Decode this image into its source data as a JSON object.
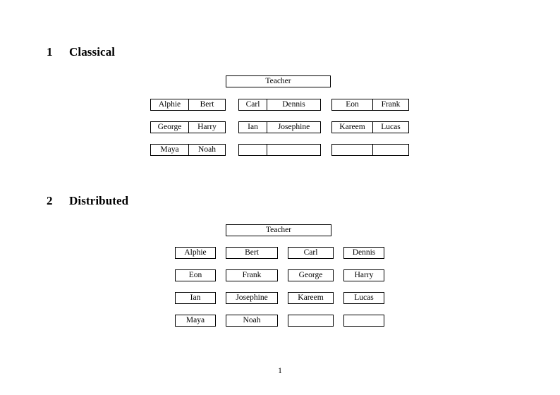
{
  "document": {
    "page_number": "1"
  },
  "sections": [
    {
      "number": "1",
      "title": "Classical",
      "teacher_label": "Teacher",
      "layout": "paired-tables",
      "groups": [
        {
          "name": "group-left",
          "rows": [
            [
              "Alphie",
              "Bert"
            ],
            [
              "George",
              "Harry"
            ],
            [
              "Maya",
              "Noah"
            ]
          ]
        },
        {
          "name": "group-middle",
          "rows": [
            [
              "Carl",
              "Dennis"
            ],
            [
              "Ian",
              "Josephine"
            ],
            [
              "",
              ""
            ]
          ]
        },
        {
          "name": "group-right",
          "rows": [
            [
              "Eon",
              "Frank"
            ],
            [
              "Kareem",
              "Lucas"
            ],
            [
              "",
              ""
            ]
          ]
        }
      ]
    },
    {
      "number": "2",
      "title": "Distributed",
      "teacher_label": "Teacher",
      "layout": "single-boxes",
      "rows": [
        [
          "Alphie",
          "Bert",
          "Carl",
          "Dennis"
        ],
        [
          "Eon",
          "Frank",
          "George",
          "Harry"
        ],
        [
          "Ian",
          "Josephine",
          "Kareem",
          "Lucas"
        ],
        [
          "Maya",
          "Noah",
          "",
          ""
        ]
      ]
    }
  ],
  "style": {
    "border_color": "#000000",
    "text_color": "#000000",
    "page_background": "#ffffff"
  }
}
